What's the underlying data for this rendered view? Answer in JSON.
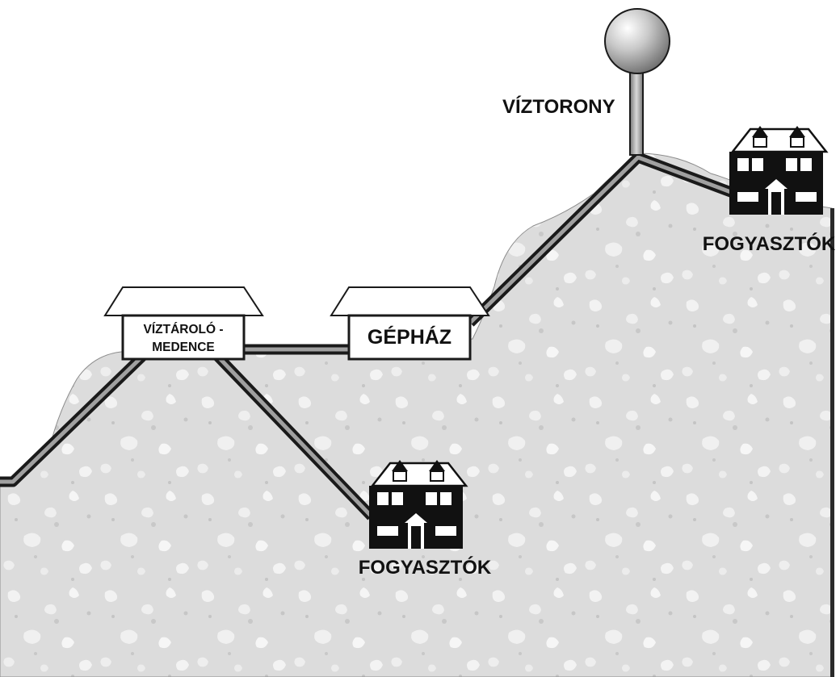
{
  "labels": {
    "reservoir_line1": "VÍZTÁROLÓ -",
    "reservoir_line2": "MEDENCE",
    "pump_house": "GÉPHÁZ",
    "water_tower": "VÍZTORONY",
    "consumers_low": "FOGYASZTÓK",
    "consumers_high": "FOGYASZTÓK"
  },
  "colors": {
    "terrain": "#dcdcdc",
    "terrain_speckle": "#f4f4f4",
    "pipe_outline": "#1a1a1a",
    "pipe_fill": "#9a9a9a",
    "building_fill": "#ffffff",
    "house_fill": "#111111"
  }
}
